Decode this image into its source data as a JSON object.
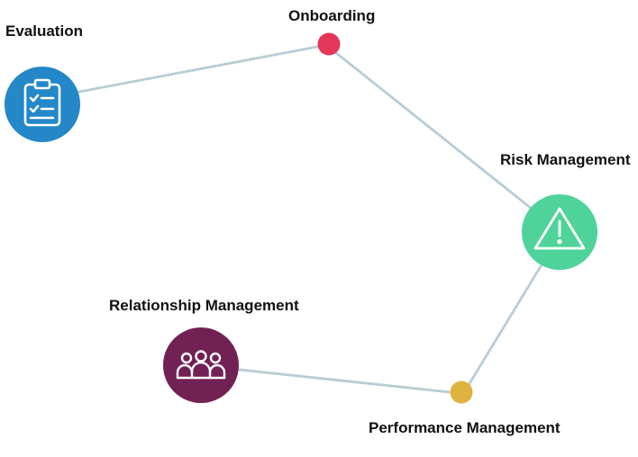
{
  "nodes": {
    "evaluation": {
      "label": "Evaluation",
      "icon": "clipboard-checklist-icon",
      "color": "#2487c8"
    },
    "onboarding": {
      "label": "Onboarding",
      "color": "#e6365a"
    },
    "risk_management": {
      "label": "Risk Management",
      "icon": "warning-triangle-icon",
      "color": "#4fd39a"
    },
    "relationship_management": {
      "label": "Relationship Management",
      "icon": "people-group-icon",
      "color": "#722154"
    },
    "performance_management": {
      "label": "Performance Management",
      "color": "#dfb340"
    }
  },
  "connector_color": "#b7ccd6"
}
